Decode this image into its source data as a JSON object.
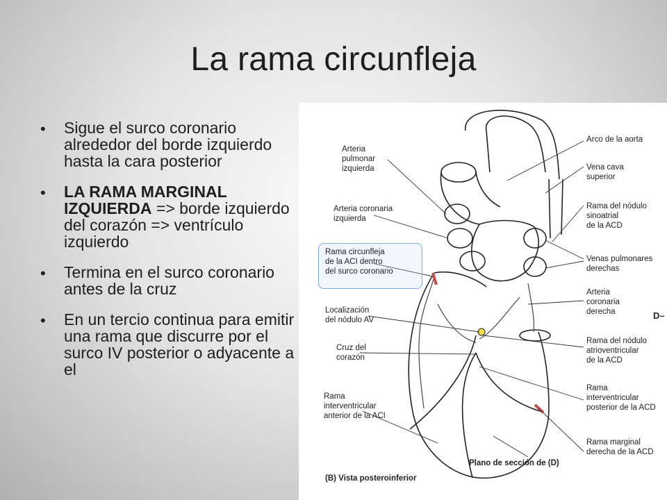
{
  "slide": {
    "title": "La rama circunfleja",
    "bullets": [
      {
        "parts": [
          {
            "text": "Sigue el surco coronario alrededor del borde izquierdo hasta la cara posterior",
            "bold": false
          }
        ]
      },
      {
        "parts": [
          {
            "text": "LA RAMA  MARGINAL IZQUIERDA",
            "bold": true
          },
          {
            "text": " =>  borde izquierdo del corazón => ventrículo izquierdo",
            "bold": false
          }
        ]
      },
      {
        "parts": [
          {
            "text": "Termina en el surco coronario  antes de la cruz",
            "bold": false
          }
        ]
      },
      {
        "parts": [
          {
            "text": "En un tercio  continua para emitir una rama que discurre por el surco IV posterior o adyacente a el",
            "bold": false
          }
        ]
      }
    ]
  },
  "figure": {
    "labels_left": {
      "arteria_pulmonar": "Arteria\npulmonar\nizquierda",
      "arteria_coronaria_izq": "Arteria coronaria\nizquierda",
      "rama_circunfleja": "Rama circunfleja\nde la ACI dentro\ndel surco coronario",
      "nodulo_av": "Localización\ndel nódulo AV",
      "cruz": "Cruz del\ncorazón",
      "rama_iv_anterior": "Rama\ninterventricular\nanterior de la ACI"
    },
    "labels_right": {
      "arco_aorta": "Arco de la aorta",
      "vena_cava": "Vena cava\nsuperior",
      "nodulo_sinoatrial": "Rama del nódulo\nsinoatrial\nde la ACD",
      "venas_pulmonares": "Venas pulmonares\nderechas",
      "arteria_coronaria_der": "Arteria\ncoronaria\nderecha",
      "nodulo_av_acd": "Rama del nódulo\natrioventricular\nde la ACD",
      "rama_iv_posterior": "Rama\ninterventricular\nposterior de la ACD",
      "rama_marginal_der": "Rama marginal\nderecha de la ACD"
    },
    "d_marker": "D–",
    "plano": "Plano de sección de (D)",
    "caption": "(B) Vista posteroinferior"
  }
}
